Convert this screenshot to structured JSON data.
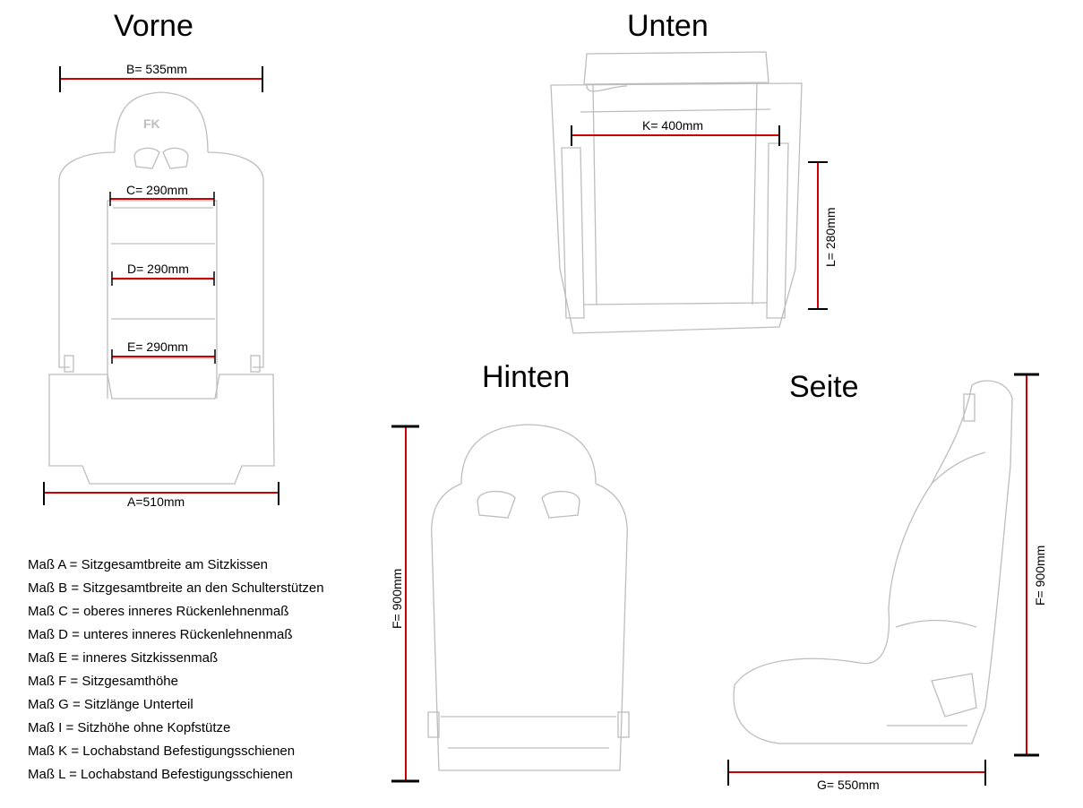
{
  "views": {
    "front": "Vorne",
    "bottom": "Unten",
    "back": "Hinten",
    "side": "Seite"
  },
  "dimensions": {
    "B": "B= 535mm",
    "C": "C= 290mm",
    "D": "D= 290mm",
    "E": "E= 290mm",
    "A": "A=510mm",
    "K": "K= 400mm",
    "L": "L= 280mm",
    "F_back": "F= 900mm",
    "F_side": "F= 900mm",
    "G": "G= 550mm"
  },
  "logo_text": "FK",
  "legend": [
    "Maß A = Sitzgesamtbreite am Sitzkissen",
    "Maß B = Sitzgesamtbreite an den Schulterstützen",
    "Maß C = oberes inneres Rückenlehnenmaß",
    "Maß D = unteres inneres Rückenlehnenmaß",
    "Maß E = inneres Sitzkissenmaß",
    "Maß F = Sitzgesamthöhe",
    "Maß G = Sitzlänge Unterteil",
    "Maß I  = Sitzhöhe ohne Kopfstütze",
    "Maß K = Lochabstand Befestigungsschienen",
    "Maß L = Lochabstand Befestigungsschienen"
  ],
  "colors": {
    "dimension_line": "#cc0000",
    "dimension_tick": "#000000",
    "sketch": "#b8b8b8"
  }
}
